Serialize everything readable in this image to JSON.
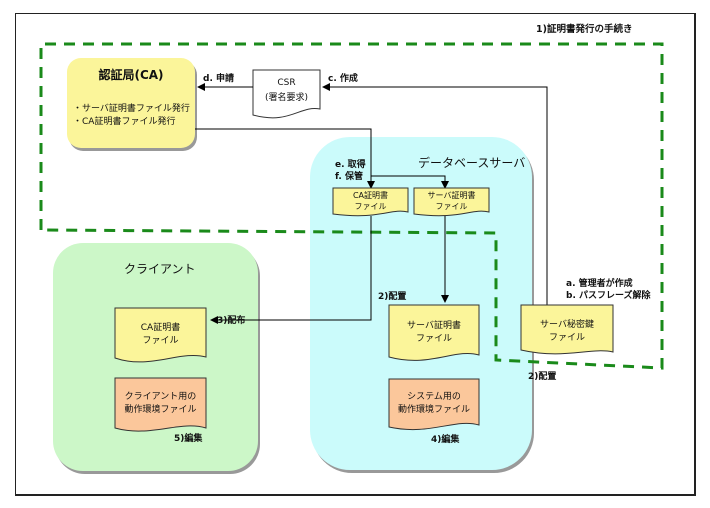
{
  "title": "1)証明書発行の手続き",
  "ca": {
    "title": "認証局(CA)",
    "items": [
      "・サーバ証明書ファイル発行",
      "・CA証明書ファイル発行"
    ]
  },
  "csr": {
    "line1": "CSR",
    "line2": "(署名要求)"
  },
  "labels": {
    "d_apply": "d. 申請",
    "c_create": "c. 作成",
    "e_get": "e. 取得",
    "f_store": "f. 保管",
    "a_admin": "a. 管理者が作成",
    "b_pass": "b. パスフレーズ解除",
    "deploy_2a": "2)配置",
    "deploy_2b": "2)配置",
    "distribute_3": "3)配布",
    "edit_4": "4)編集",
    "edit_5": "5)編集"
  },
  "db_server": {
    "title": "データベースサーバ",
    "ca_cert_small": [
      "CA証明書",
      "ファイル"
    ],
    "server_cert_small": [
      "サーバ証明書",
      "ファイル"
    ],
    "server_cert": [
      "サーバ証明書",
      "ファイル"
    ],
    "server_key": [
      "サーバ秘密鍵",
      "ファイル"
    ],
    "sys_env": [
      "システム用の",
      "動作環境ファイル"
    ]
  },
  "client": {
    "title": "クライアント",
    "ca_cert": [
      "CA証明書",
      "ファイル"
    ],
    "client_env": [
      "クライアント用の",
      "動作環境ファイル"
    ]
  },
  "colors": {
    "ca_fill": "#fbf59a",
    "doc_yellow": "#fbf59a",
    "doc_orange": "#fbc79b",
    "db_fill": "#cbfbfb",
    "client_fill": "#ccf7c8",
    "dash": "#1a8a1a"
  }
}
